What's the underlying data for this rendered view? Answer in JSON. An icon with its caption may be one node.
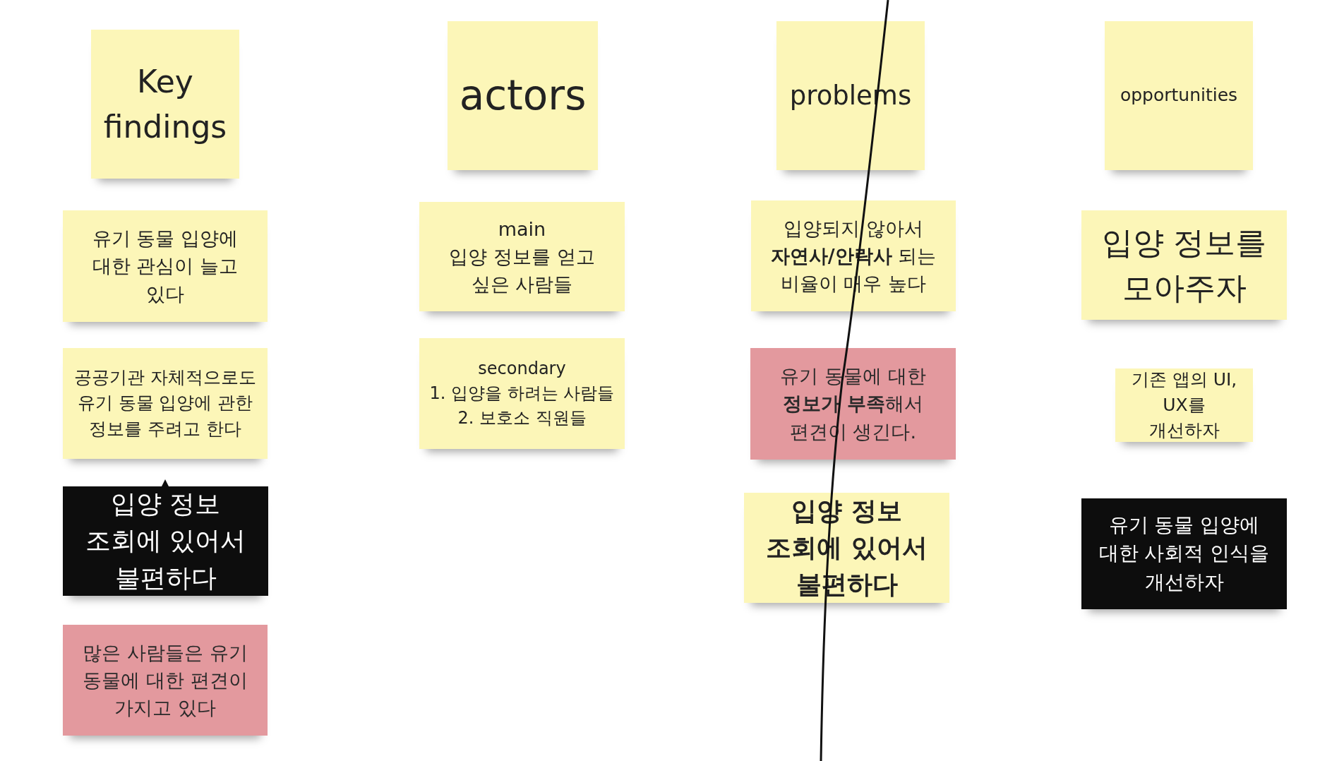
{
  "diagram": {
    "nodes": [
      {
        "text": [
          "Key findings"
        ]
      },
      {
        "text": [
          "유기 동물 입양에 대한 관심이 늘고 있다"
        ]
      },
      {
        "text": [
          "공공기관 자체적으로도 유기 동물 입양에 관한 정보를 주려고 한다"
        ]
      },
      {
        "text": [
          "입양 정보 조회에 있어서 불편하다"
        ]
      },
      {
        "text": [
          "많은 사람들은 유기 동물에 대한 편견이 가지고 있다"
        ]
      },
      {
        "text": [
          "actors"
        ]
      },
      {
        "text": [
          "main",
          "입양 정보를 얻고 싶은 사람들"
        ]
      },
      {
        "text": [
          "secondary",
          "1. 입양을 하려는 사람들",
          "2. 보호소 직원들"
        ]
      },
      {
        "text": [
          "problems"
        ]
      },
      {
        "text": [
          "입양되지 않아서 **자연사/안락사** 되는 비율이 매우 높다"
        ]
      },
      {
        "text": [
          "유기 동물에 대한 **정보가 부족**해서 편견이 생긴다."
        ]
      },
      {
        "text": [
          "입양 정보 조회에 있어서 불편하다"
        ]
      },
      {
        "text": [
          "opportunities"
        ]
      },
      {
        "text": [
          "입양 정보를 모아주자"
        ]
      },
      {
        "text": [
          "기존 앱의 UI, UX를 개선하자"
        ]
      },
      {
        "text": [
          "유기 동물 입양에 대한 사회적 인식을 개선하자"
        ]
      }
    ]
  }
}
